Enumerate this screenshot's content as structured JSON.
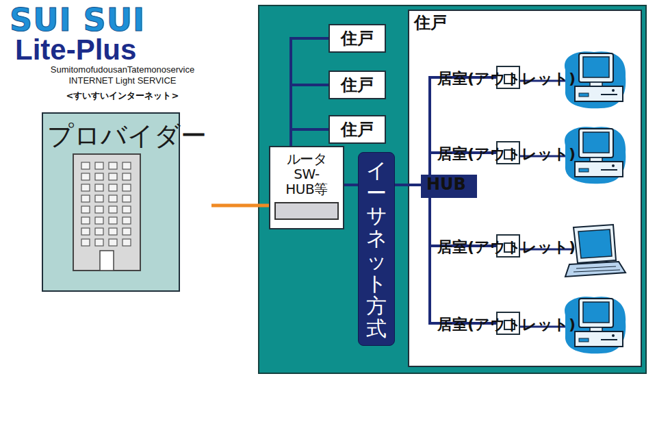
{
  "diagram": {
    "nodes": [
      {
        "text": [
          "プロバイダー"
        ]
      },
      {
        "text": [
          "ルータ SW-HUB等"
        ]
      },
      {
        "text": [
          "住戸"
        ]
      },
      {
        "text": [
          "住戸"
        ]
      },
      {
        "text": [
          "住戸"
        ]
      },
      {
        "text": [
          "住戸"
        ]
      },
      {
        "text": [
          "イーサネット方式"
        ]
      },
      {
        "text": [
          "HUB"
        ],
        "in": 5
      },
      {
        "text": [
          "居室(アウトレット)"
        ],
        "in": 5
      },
      {
        "text": [
          "居室(アウトレット)"
        ],
        "in": 5
      },
      {
        "text": [
          "居室(アウトレット)"
        ],
        "in": 5
      },
      {
        "text": [
          "居室(アウトレット)"
        ],
        "in": 5
      }
    ],
    "edges": [
      {
        "from": 0,
        "to": 1,
        "arrow": "none"
      },
      {
        "from": 1,
        "to": 2,
        "arrow": "none"
      },
      {
        "from": 1,
        "to": 3,
        "arrow": "none"
      },
      {
        "from": 1,
        "to": 4,
        "arrow": "none"
      },
      {
        "from": 1,
        "to": 6,
        "arrow": "none"
      },
      {
        "from": 6,
        "to": 7,
        "arrow": "none"
      },
      {
        "from": 7,
        "to": 8,
        "arrow": "none"
      },
      {
        "from": 7,
        "to": 9,
        "arrow": "none"
      },
      {
        "from": 7,
        "to": 10,
        "arrow": "none"
      },
      {
        "from": 7,
        "to": 11,
        "arrow": "none"
      }
    ],
    "labels": [
      "SUI SUI",
      "Lite-Plus",
      "SumitomofudousanTatemonoservice",
      "INTERNET Light SERVICE",
      "<すいすいインターネット>"
    ]
  }
}
